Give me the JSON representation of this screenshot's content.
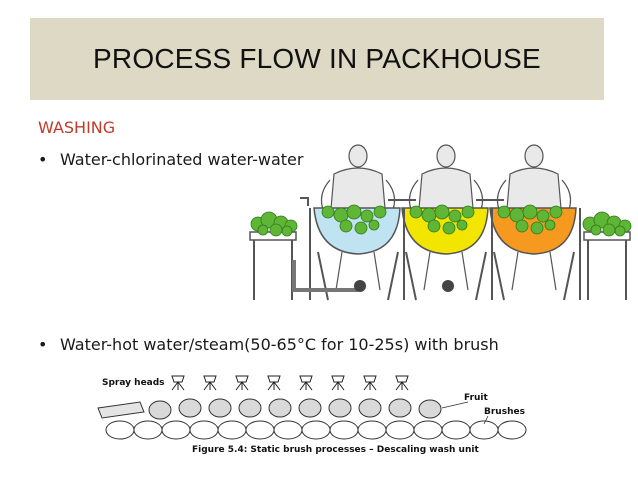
{
  "slide": {
    "title": "PROCESS FLOW IN PACKHOUSE",
    "section_heading": "WASHING",
    "bullets": [
      "Water-chlorinated water-water",
      "Water-hot water/steam(50-65°C for 10-25s) with brush"
    ],
    "bullet_marker": "•"
  },
  "brush_figure": {
    "spray_label": "Spray heads",
    "fruit_label": "Fruit",
    "brushes_label": "Brushes",
    "caption": "Figure 5.4: Static brush processes – Descaling wash unit"
  },
  "colors": {
    "title_bg": "#ddd9c4",
    "heading": "#c0392b",
    "tank1": "#bfe3f0",
    "tank2": "#f2e600",
    "tank3": "#f59a1f",
    "produce": "#5fb636"
  }
}
